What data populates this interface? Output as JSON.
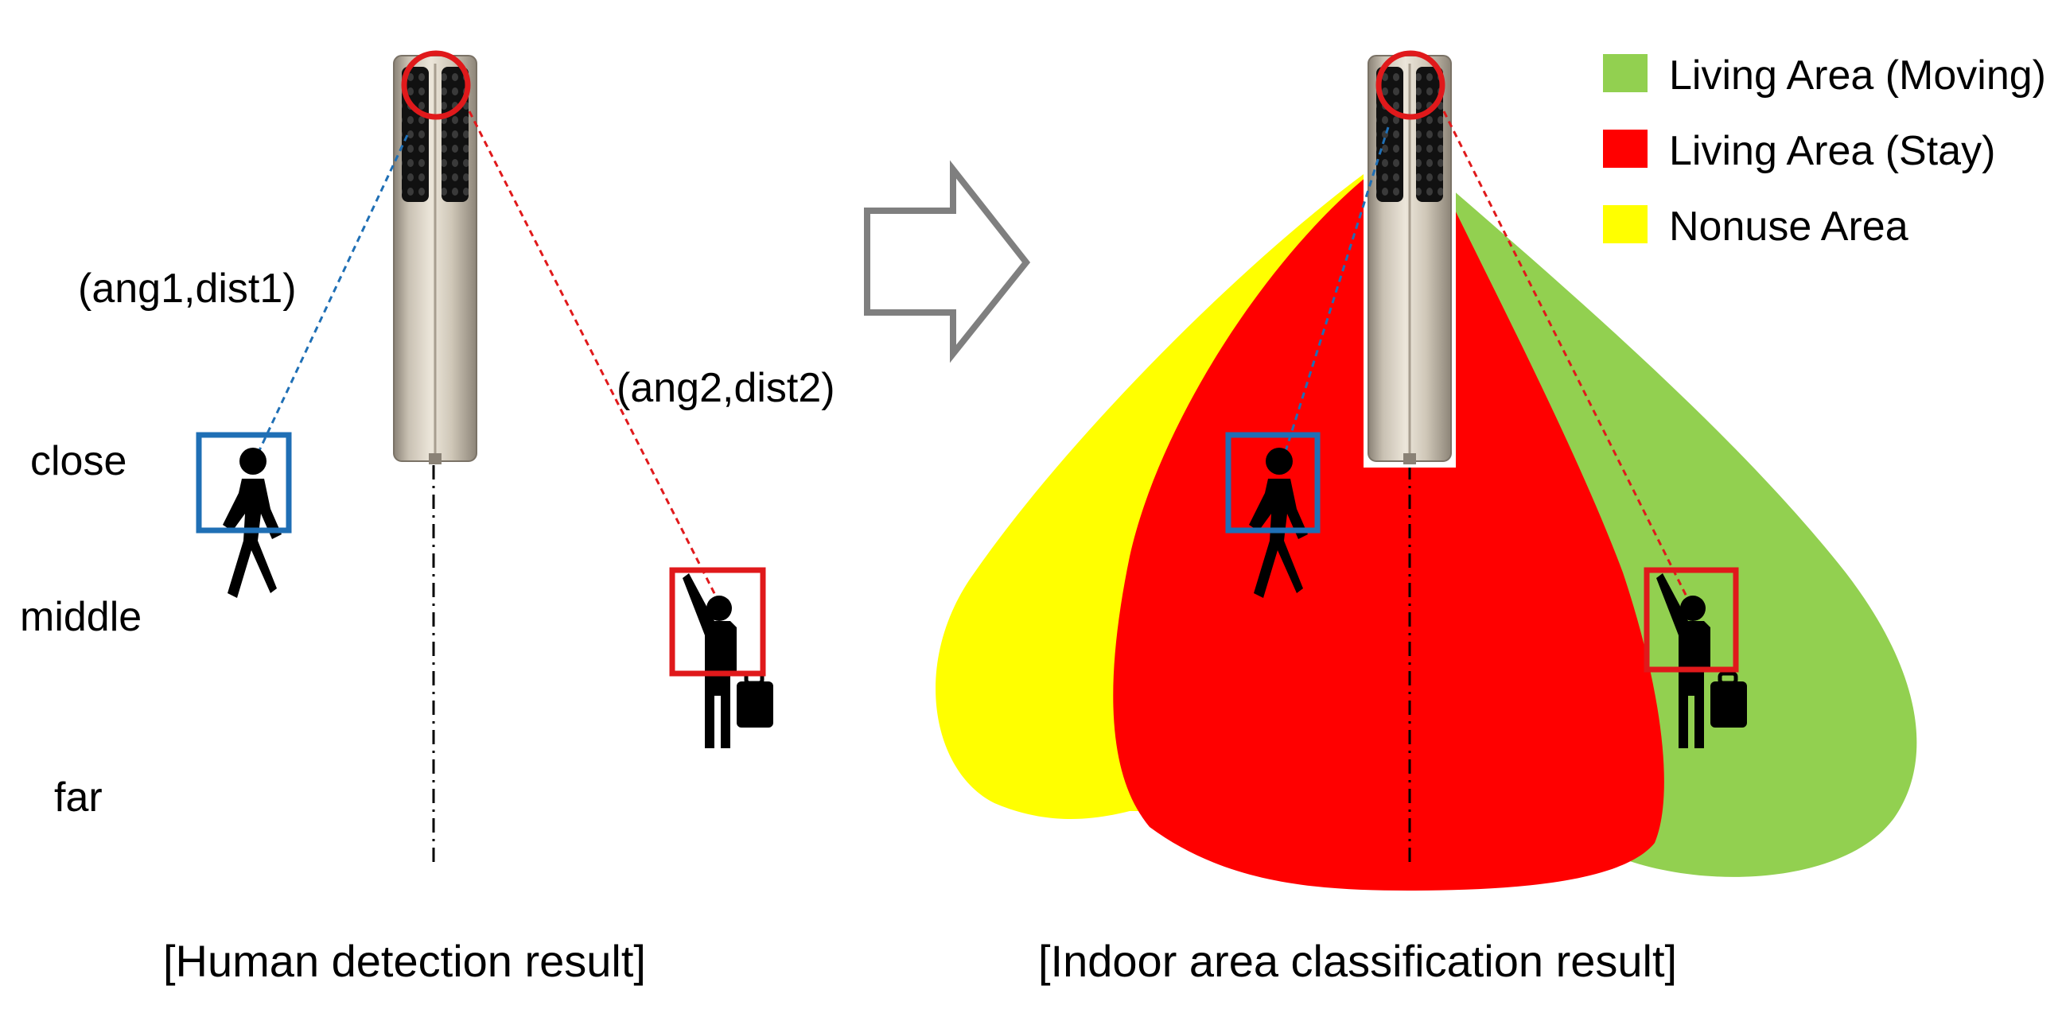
{
  "left_panel": {
    "caption": "[Human detection result]",
    "distance_labels": {
      "close": "close",
      "middle": "middle",
      "far": "far"
    },
    "person1_coord": "(ang1,dist1)",
    "person2_coord": "(ang2,dist2)"
  },
  "right_panel": {
    "caption": "[Indoor area classification result]",
    "legend": [
      {
        "label": "Living Area (Moving)",
        "color": "#92d050"
      },
      {
        "label": "Living Area (Stay)",
        "color": "#ff0000"
      },
      {
        "label": "Nonuse Area",
        "color": "#ffff00"
      }
    ]
  },
  "colors": {
    "detection_blue": "#1f6fb5",
    "detection_red": "#e0191b",
    "arrow_gray": "#7f7f7f"
  },
  "icons": {
    "device": "air-purifier-tower-icon",
    "person_walking": "walking-person-icon",
    "person_waving": "waving-person-with-briefcase-icon",
    "transition": "right-arrow-outline-icon"
  }
}
